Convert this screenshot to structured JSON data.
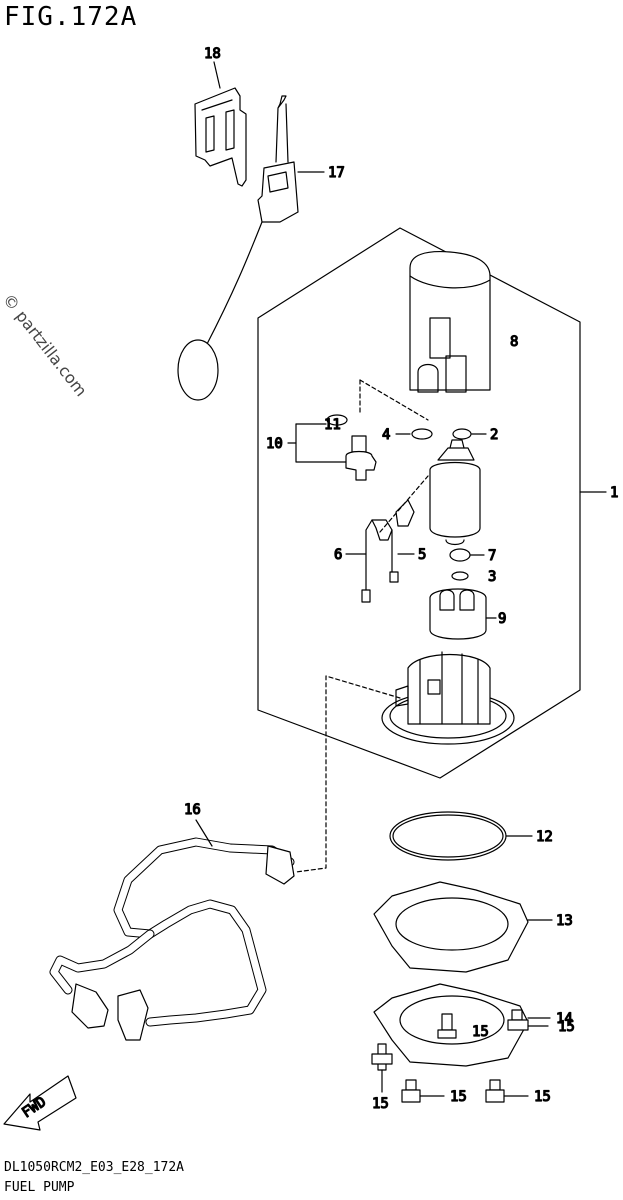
{
  "figure_title": "FIG.172A",
  "model_code": "DL1050RCM2_E03_E28_172A",
  "footer_label": "FUEL PUMP",
  "watermark": "© partzilla.com",
  "fwd_label": "FWD",
  "callouts": {
    "c1": "1",
    "c2": "2",
    "c3": "3",
    "c4": "4",
    "c5": "5",
    "c6": "6",
    "c7": "7",
    "c8": "8",
    "c9": "9",
    "c10": "10",
    "c11": "11",
    "c12": "12",
    "c13": "13",
    "c14": "14",
    "c15a": "15",
    "c15b": "15",
    "c15c": "15",
    "c15d": "15",
    "c15e": "15",
    "c16": "16",
    "c17": "17",
    "c18": "18"
  }
}
